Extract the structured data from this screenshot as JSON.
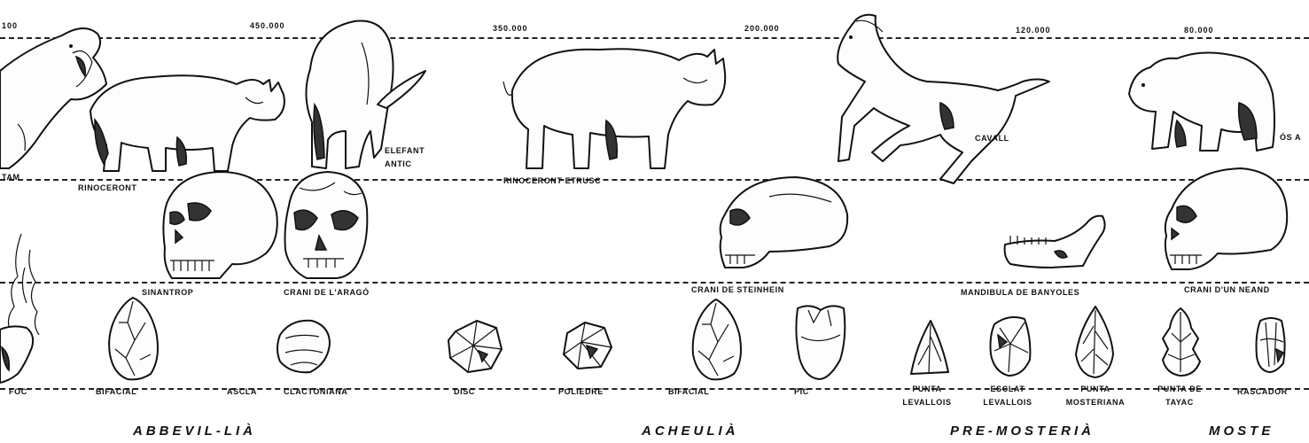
{
  "years": [
    "100",
    "450.000",
    "350.000",
    "200.000",
    "120.000",
    "80.000"
  ],
  "animals": {
    "tam": "TAM",
    "rinoceront": "RINOCERONT",
    "elefant_antic_line1": "ELEFANT",
    "elefant_antic_line2": "ANTIC",
    "rinoceront_etrusc": "RINOCERONT ETRUSC",
    "cavall": "CAVALL",
    "os": "ÓS a"
  },
  "skulls": {
    "sinantrop": "SINANTROP",
    "arago": "CRANI de L'ARAGÓ",
    "steinhein": "CRANI de STEINHEIN",
    "banyoles": "MANDIBULA de BANYOLES",
    "neand": "CRANI d'un NEAND"
  },
  "tools": {
    "foc": "FOC",
    "bifacial_1": "BIFACIAL",
    "ascla": "ASCLA",
    "clactoniana": "CLACTONIANA",
    "disc": "DISC",
    "poliedre": "POLIEDRE",
    "bifacial_2": "BIFACIAL",
    "pic": "PIC",
    "punta_levallois": [
      "PUNTA",
      "LEVALLOIS"
    ],
    "esclat_levallois": [
      "ESCLAT",
      "LEVALLOIS"
    ],
    "punta_mosteriana": [
      "PUNTA",
      "MOSTERIANA"
    ],
    "punta_tayac": [
      "PUNTA de",
      "TAYAC"
    ],
    "rascador": "RASCADOR"
  },
  "periods": [
    "ABBEVIL-LIÀ",
    "ACHEULIÀ",
    "PRE-MOSTERIÀ",
    "MOSTE"
  ]
}
